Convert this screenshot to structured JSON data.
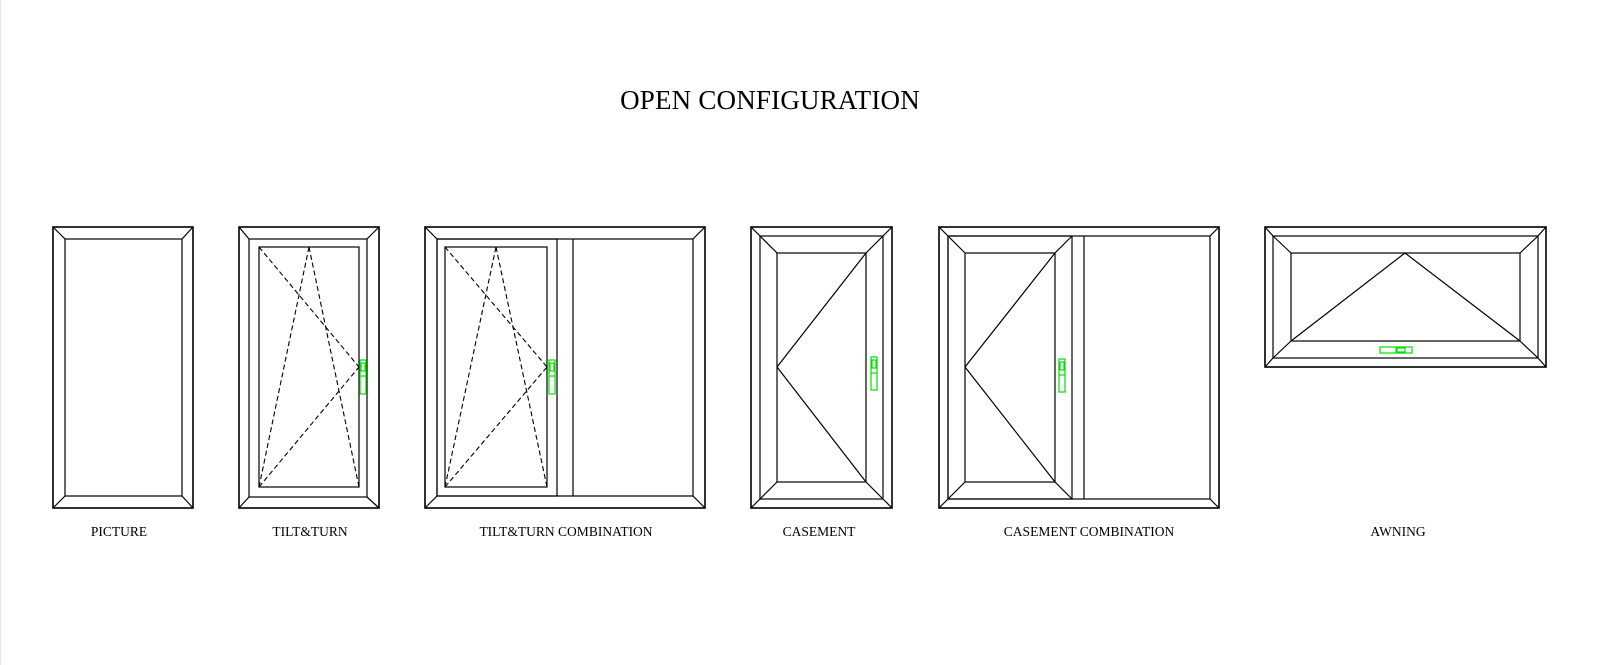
{
  "title": "OPEN CONFIGURATION",
  "windows": [
    {
      "key": "picture",
      "label": "PICTURE"
    },
    {
      "key": "tilt-turn",
      "label": "TILT&TURN"
    },
    {
      "key": "tilt-turn-combination",
      "label": "TILT&TURN COMBINATION"
    },
    {
      "key": "casement",
      "label": "CASEMENT"
    },
    {
      "key": "casement-combination",
      "label": "CASEMENT COMBINATION"
    },
    {
      "key": "awning",
      "label": "AWNING"
    }
  ],
  "colors": {
    "line": "#000000",
    "handle": "#00e000"
  }
}
